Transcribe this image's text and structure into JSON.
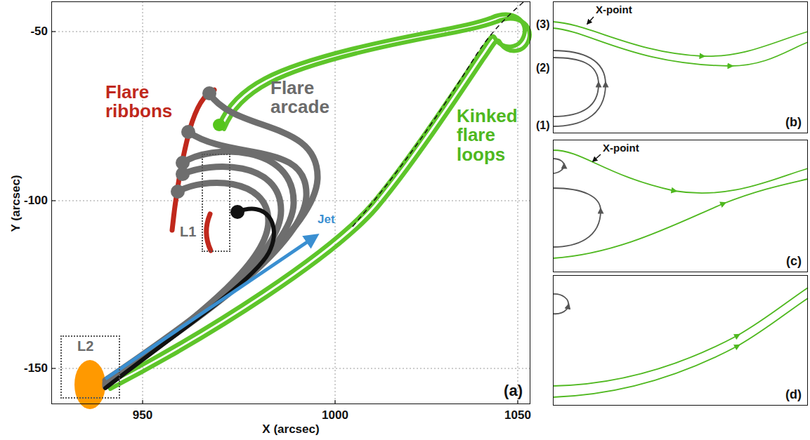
{
  "diagram": {
    "nodes": [
      {
        "text": [
          "(a)"
        ]
      },
      {
        "text": [
          "L1"
        ],
        "in": 0
      },
      {
        "text": [
          "L2"
        ],
        "in": 0
      },
      {
        "text": [
          "(b)"
        ]
      },
      {
        "text": [
          "(c)"
        ]
      },
      {
        "text": [
          "(d)"
        ]
      }
    ],
    "labels": [
      "Flare ribbons",
      "Flare arcade",
      "Kinked flare loops",
      "Jet",
      "Y (arcsec)",
      "X (arcsec)",
      "-50",
      "-100",
      "-150",
      "950",
      "1000",
      "1050",
      "X-point",
      "X-point",
      "(3)",
      "(2)",
      "(1)"
    ]
  }
}
